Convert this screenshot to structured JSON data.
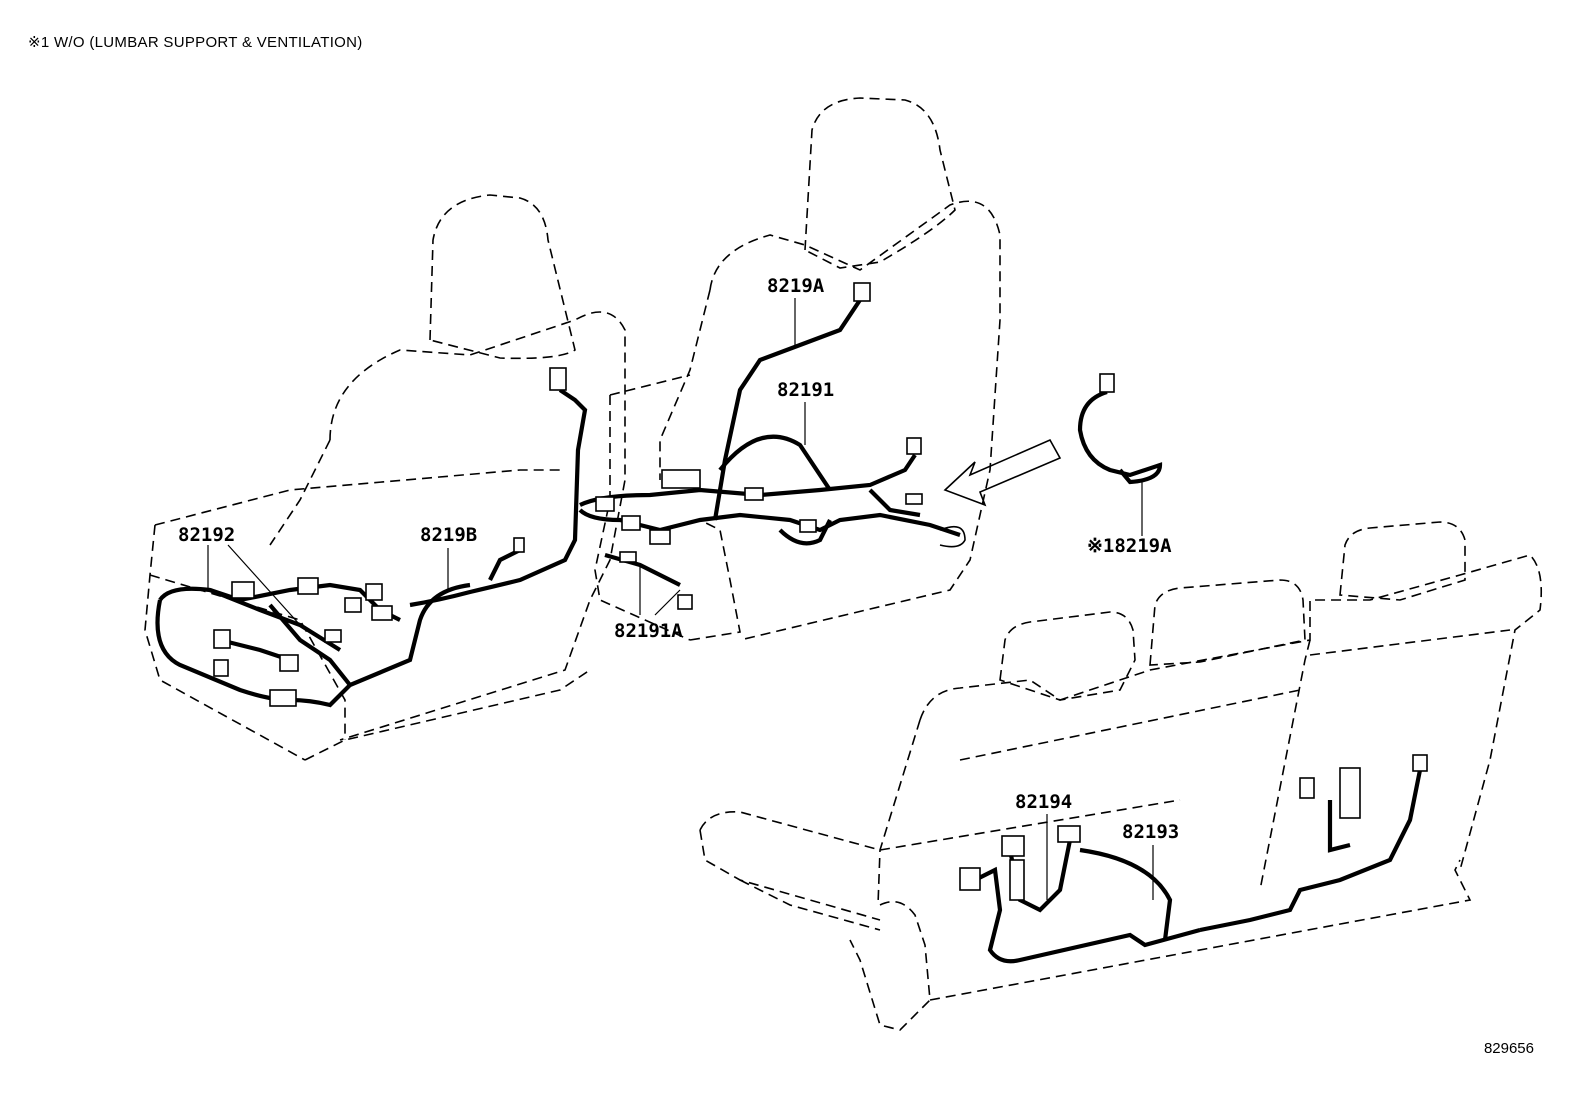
{
  "note": "※1 W/O (LUMBAR SUPPORT & VENTILATION)",
  "figure_number": "829656",
  "labels": {
    "p82192": "82192",
    "p8219B": "8219B",
    "p8219A": "8219A",
    "p82191": "82191",
    "p82191A": "82191A",
    "p8219A_alt": "※18219A",
    "p82194": "82194",
    "p82193": "82193"
  }
}
